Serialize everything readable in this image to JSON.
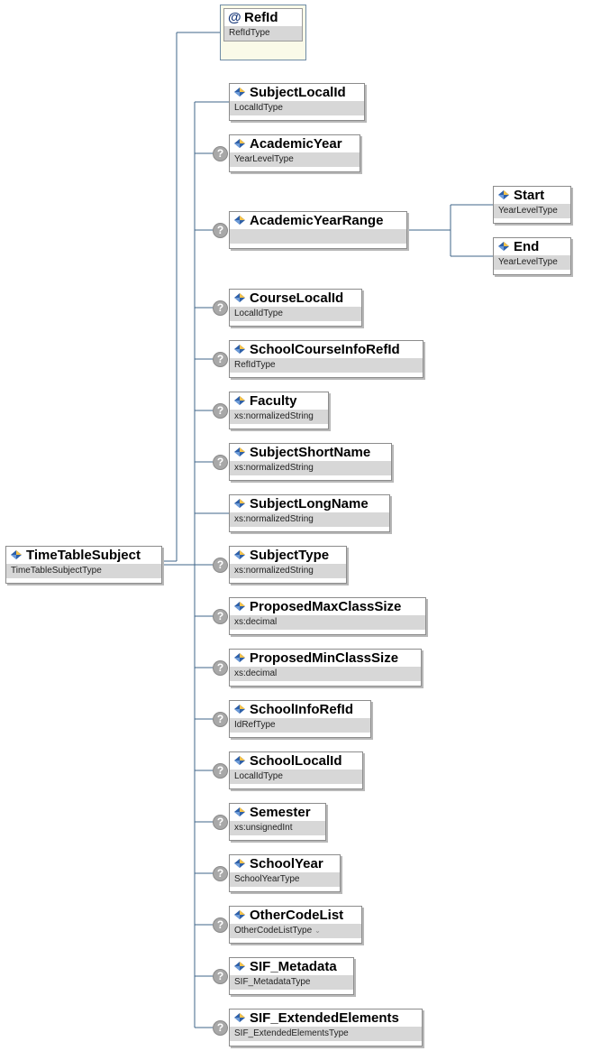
{
  "root": {
    "name": "TimeTableSubject",
    "type": "TimeTableSubjectType",
    "icon": "element-icon"
  },
  "attribute": {
    "name": "RefId",
    "type": "RefIdType",
    "icon": "attribute-at-icon"
  },
  "children": [
    {
      "name": "SubjectLocalId",
      "type": "LocalIdType",
      "optional": false
    },
    {
      "name": "AcademicYear",
      "type": "YearLevelType",
      "optional": true
    },
    {
      "name": "AcademicYearRange",
      "type": "",
      "optional": true
    },
    {
      "name": "CourseLocalId",
      "type": "LocalIdType",
      "optional": true
    },
    {
      "name": "SchoolCourseInfoRefId",
      "type": "RefIdType",
      "optional": true
    },
    {
      "name": "Faculty",
      "type": "xs:normalizedString",
      "optional": true
    },
    {
      "name": "SubjectShortName",
      "type": "xs:normalizedString",
      "optional": true
    },
    {
      "name": "SubjectLongName",
      "type": "xs:normalizedString",
      "optional": false
    },
    {
      "name": "SubjectType",
      "type": "xs:normalizedString",
      "optional": true
    },
    {
      "name": "ProposedMaxClassSize",
      "type": "xs:decimal",
      "optional": true
    },
    {
      "name": "ProposedMinClassSize",
      "type": "xs:decimal",
      "optional": true
    },
    {
      "name": "SchoolInfoRefId",
      "type": "IdRefType",
      "optional": true
    },
    {
      "name": "SchoolLocalId",
      "type": "LocalIdType",
      "optional": true
    },
    {
      "name": "Semester",
      "type": "xs:unsignedInt",
      "optional": true
    },
    {
      "name": "SchoolYear",
      "type": "SchoolYearType",
      "optional": true
    },
    {
      "name": "OtherCodeList",
      "type": "OtherCodeListType",
      "optional": true,
      "expandable": true
    },
    {
      "name": "SIF_Metadata",
      "type": "SIF_MetadataType",
      "optional": true
    },
    {
      "name": "SIF_ExtendedElements",
      "type": "SIF_ExtendedElementsType",
      "optional": true
    }
  ],
  "range_children": [
    {
      "name": "Start",
      "type": "YearLevelType"
    },
    {
      "name": "End",
      "type": "YearLevelType"
    }
  ],
  "optional_marker": "?",
  "expand_marker": "⌄",
  "colors": {
    "connector": "#3f6688",
    "type_band": "#d7d7d7",
    "attribute_bg": "#fafae8",
    "optional_icon": "#a8a8a8"
  }
}
